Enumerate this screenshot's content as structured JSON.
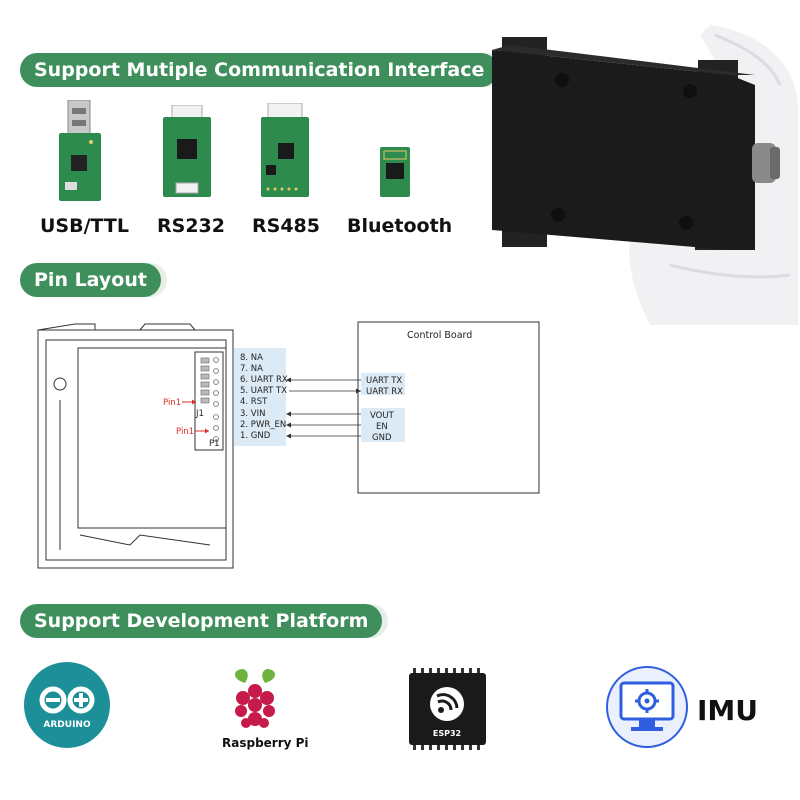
{
  "sections": {
    "communication": "Support Mutiple Communication Interface",
    "pin_layout": "Pin Layout",
    "platform": "Support Development Platform"
  },
  "modules": [
    {
      "label": "USB/TTL",
      "icon": "usb-ttl-module-icon"
    },
    {
      "label": "RS232",
      "icon": "rs232-module-icon"
    },
    {
      "label": "RS485",
      "icon": "rs485-module-icon"
    },
    {
      "label": "Bluetooth",
      "icon": "bluetooth-module-icon"
    }
  ],
  "pin_diagram": {
    "pins": [
      "8. NA",
      "7. NA",
      "6. UART RX",
      "5. UART TX",
      "4. RST",
      "3. VIN",
      "2. PWR_EN",
      "1. GND"
    ],
    "pin1_label": "Pin1",
    "j1": "J1",
    "p1": "P1",
    "control_board": {
      "title": "Control Board",
      "pins": [
        "UART TX",
        "UART RX",
        "VOUT",
        "EN",
        "GND"
      ]
    }
  },
  "platforms": {
    "arduino": "ARDUINO",
    "raspberry": "Raspberry Pi",
    "esp32": "ESP32",
    "imu": "IMU"
  },
  "colors": {
    "pill_green": "#3f8f5c",
    "pin_highlight": "#dbeaf5",
    "arduino_teal": "#1d8f98",
    "imu_blue": "#2f5fe0",
    "pin1_red": "#d93025"
  }
}
